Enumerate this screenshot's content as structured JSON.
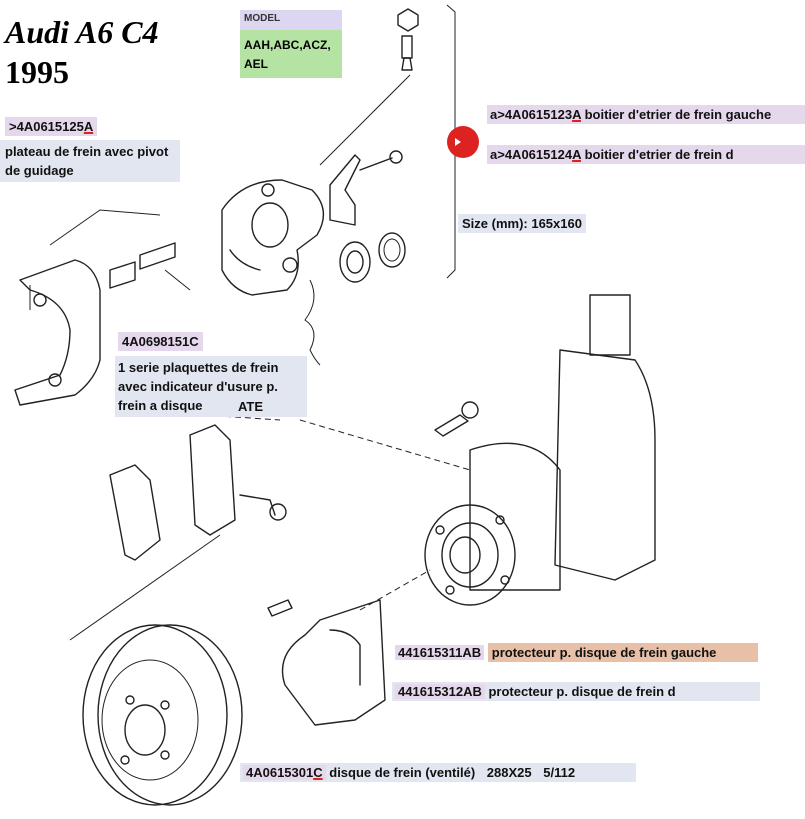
{
  "title": {
    "line1": "Audi A6 C4",
    "line2": "1995"
  },
  "model_box": {
    "label": "MODEL",
    "codes": "AAH,ABC,ACZ, AEL"
  },
  "size_note": "Size (mm): 165x160",
  "parts": {
    "plate": {
      "number_prefix": ">4A0615125",
      "number_suffix": "A",
      "description": "plateau de frein avec pivot de guidage"
    },
    "caliper_left": {
      "number_prefix": "a>4A0615123",
      "number_suffix": "A",
      "description": "boitier d'etrier de frein gauche"
    },
    "caliper_right": {
      "number_prefix": "a>4A0615124",
      "number_suffix": "A",
      "description": "boitier d'etrier de frein d"
    },
    "pads": {
      "number": "4A0698151C",
      "description": "1 serie plaquettes de frein avec indicateur d'usure p. frein a disque",
      "brand": "ATE"
    },
    "shield_left": {
      "number": "441615311AB",
      "description": "protecteur p. disque de frein  gauche"
    },
    "shield_right": {
      "number": "441615312AB",
      "description": "protecteur p. disque de frein  d"
    },
    "disc": {
      "number_prefix": "4A0615301",
      "number_suffix": "C",
      "description": "disque de frein (ventilé)",
      "size": "288X25",
      "bolt": "5/112"
    }
  },
  "colors": {
    "model_header": "#dcd6f0",
    "model_body": "#b5e3a3",
    "part_number_bg": "#e6d8ec",
    "desc_bg": "#e2e6f0",
    "highlight_orange": "#e8c0a8",
    "marker_red": "#dd2222",
    "underline_red": "#d22"
  }
}
